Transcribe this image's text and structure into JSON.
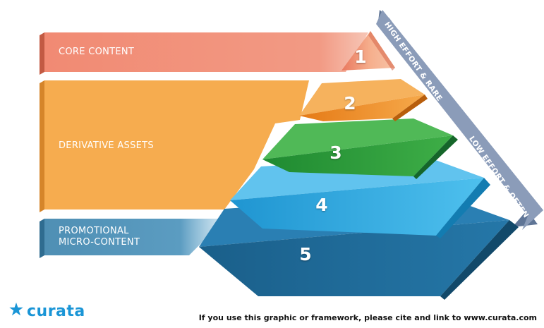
{
  "bands": [
    {
      "label_lines": [
        "CORE CONTENT"
      ],
      "color": "#f18a73"
    },
    {
      "label_lines": [
        "DERIVATIVE ASSETS"
      ],
      "color": "#f6ac4f"
    },
    {
      "label_lines": [
        "PROMOTIONAL",
        "MICRO-CONTENT"
      ],
      "color": "#4f8fb4"
    }
  ],
  "tiers": [
    {
      "number": "1",
      "color": "#f4a07c"
    },
    {
      "number": "2",
      "color": "#f39426"
    },
    {
      "number": "3",
      "color": "#2c9a3a"
    },
    {
      "number": "4",
      "color": "#34a9e0"
    },
    {
      "number": "5",
      "color": "#1b6c99"
    }
  ],
  "arrow": {
    "top_label": "HIGH EFFORT & RARE",
    "bottom_label": "LOW EFFORT & OFTEN",
    "color": "#7f93b3"
  },
  "brand": {
    "name": "curata",
    "icon": "star-icon",
    "color": "#1a95d6"
  },
  "citation": "If you use this graphic or framework, please cite and link to www.curata.com"
}
